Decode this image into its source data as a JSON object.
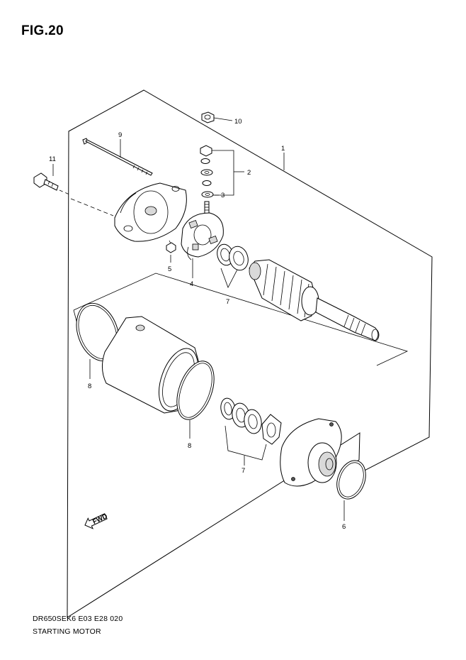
{
  "figure": {
    "title": "FIG.20",
    "code": "DR650SEK6 E03 E28 020",
    "caption": "STARTING MOTOR"
  },
  "callouts": [
    {
      "id": "1",
      "label": "1"
    },
    {
      "id": "2",
      "label": "2"
    },
    {
      "id": "3",
      "label": "3"
    },
    {
      "id": "4",
      "label": "4"
    },
    {
      "id": "5",
      "label": "5"
    },
    {
      "id": "6",
      "label": "6"
    },
    {
      "id": "7a",
      "label": "7"
    },
    {
      "id": "7b",
      "label": "7"
    },
    {
      "id": "8a",
      "label": "8"
    },
    {
      "id": "8b",
      "label": "8"
    },
    {
      "id": "9",
      "label": "9"
    },
    {
      "id": "10",
      "label": "10"
    },
    {
      "id": "11",
      "label": "11"
    }
  ],
  "fwd_marker": "FWD"
}
